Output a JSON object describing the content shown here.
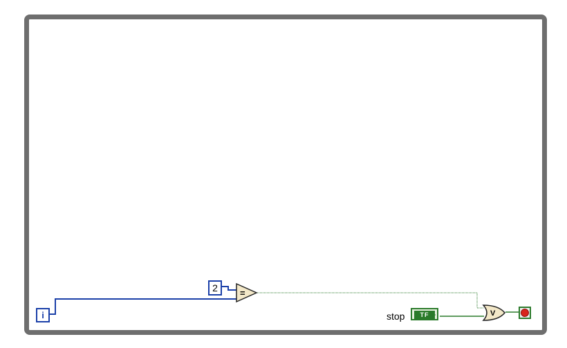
{
  "diagram": {
    "iteration_terminal": {
      "label": "i"
    },
    "constant": {
      "value": "2"
    },
    "equal_node": {
      "symbol": "="
    },
    "or_node": {
      "symbol": "V"
    },
    "stop_control": {
      "label": "stop",
      "type_text": "TF"
    },
    "loop_condition": {
      "icon": "stop-if-true-icon"
    }
  },
  "colors": {
    "loop_border": "#6e6e6e",
    "numeric_wire": "#1a3fa8",
    "boolean_wire": "#2a7a2a",
    "node_fill": "#f3e8c8",
    "stop_red": "#d9251c"
  }
}
